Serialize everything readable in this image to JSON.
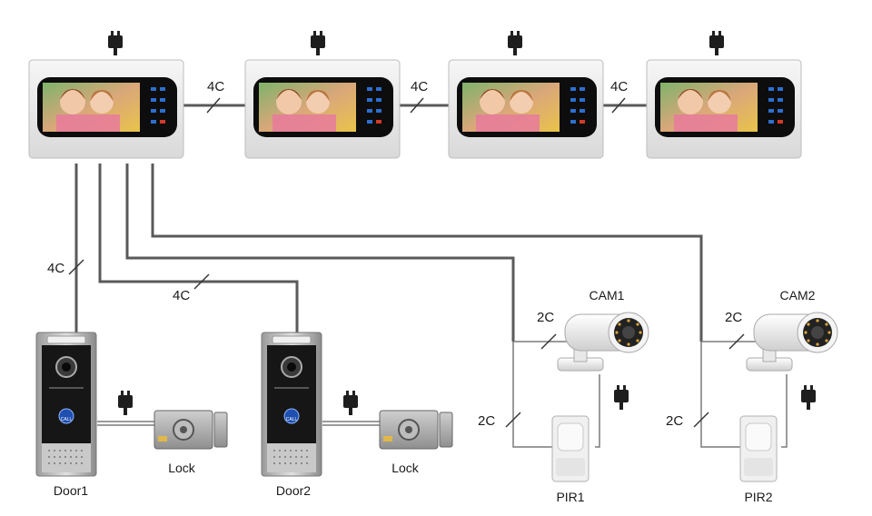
{
  "wire_labels": {
    "monitor_link_1": "4C",
    "monitor_link_2": "4C",
    "monitor_link_3": "4C",
    "door1_wire": "4C",
    "door2_wire": "4C",
    "cam1_wire": "2C",
    "pir1_wire": "2C",
    "cam2_wire": "2C",
    "pir2_wire": "2C"
  },
  "device_labels": {
    "door1": "Door1",
    "door2": "Door2",
    "lock1": "Lock",
    "lock2": "Lock",
    "cam1": "CAM1",
    "cam2": "CAM2",
    "pir1": "PIR1",
    "pir2": "PIR2"
  },
  "monitor_buttons": {
    "call_label": "CALL"
  },
  "colors": {
    "wire": "#5a5a5a",
    "monitor_frame": "#e8e8e8",
    "monitor_bezel": "#0d0d0d",
    "button_blue": "#2d6fd0",
    "hangup_red": "#d23a2a"
  }
}
